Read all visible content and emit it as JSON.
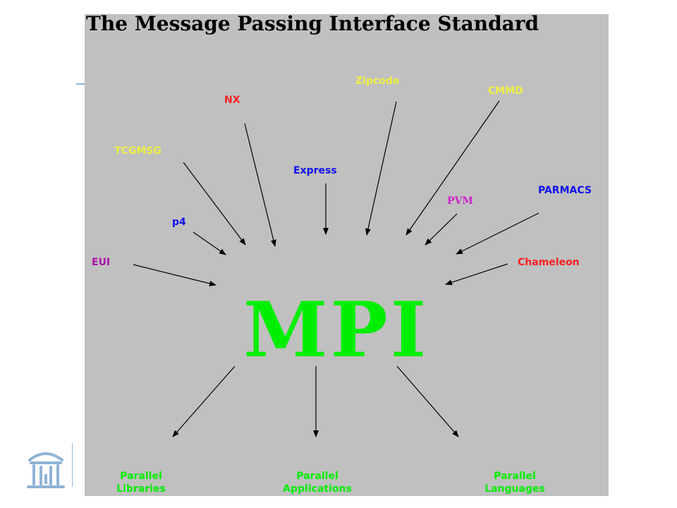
{
  "diagram": {
    "title": "The Message Passing Interface Standard",
    "center": {
      "label": "MPI",
      "color": "#00ee00"
    },
    "sources": [
      {
        "id": "zipcode",
        "label": "Zipcode",
        "color": "#eeee44"
      },
      {
        "id": "cmmd",
        "label": "CMMD",
        "color": "#eeee44"
      },
      {
        "id": "nx",
        "label": "NX",
        "color": "#ff2020"
      },
      {
        "id": "tcgmsg",
        "label": "TCGMSG",
        "color": "#eeee44"
      },
      {
        "id": "express",
        "label": "Express",
        "color": "#1010ee"
      },
      {
        "id": "parmacs",
        "label": "PARMACS",
        "color": "#1010ee"
      },
      {
        "id": "pvm",
        "label": "PVM",
        "color": "#cc22cc"
      },
      {
        "id": "p4",
        "label": "p4",
        "color": "#1010ee"
      },
      {
        "id": "eui",
        "label": "EUI",
        "color": "#aa10aa"
      },
      {
        "id": "chameleon",
        "label": "Chameleon",
        "color": "#ff2020"
      }
    ],
    "targets": [
      {
        "id": "libraries",
        "line1": "Parallel",
        "line2": "Libraries",
        "color": "#00ee00"
      },
      {
        "id": "applications",
        "line1": "Parallel",
        "line2": "Applications",
        "color": "#00ee00"
      },
      {
        "id": "languages",
        "line1": "Parallel",
        "line2": "Languages",
        "color": "#00ee00"
      }
    ]
  }
}
